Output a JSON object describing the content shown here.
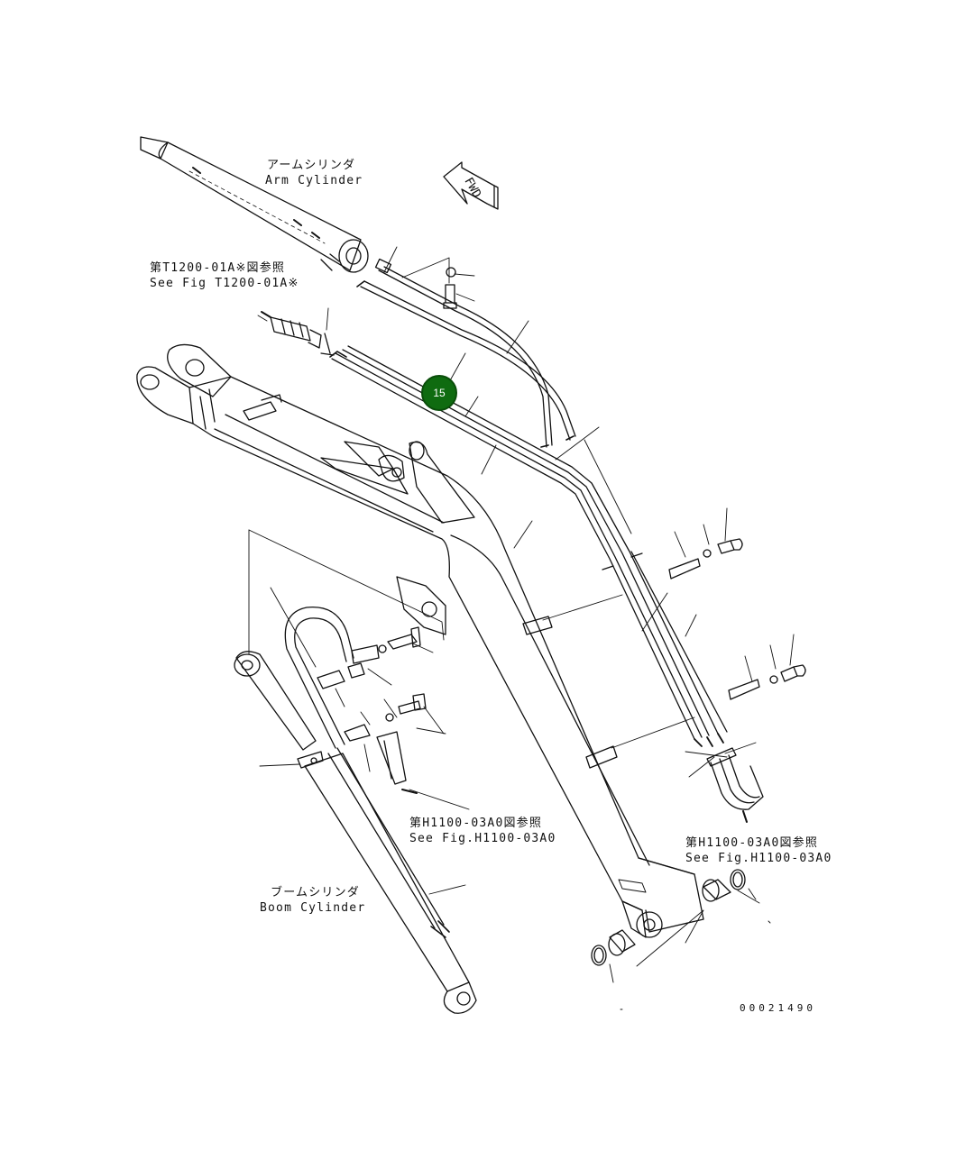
{
  "labels": {
    "arm_cylinder_jp": "アームシリンダ",
    "arm_cylinder_en": "Arm Cylinder",
    "fwd": "FWD",
    "ref_t1200_jp": "第T1200-01A※図参照",
    "ref_t1200_en": "See Fig T1200-01A※",
    "ref_h1100_center_jp": "第H1100-03A0図参照",
    "ref_h1100_center_en": "See Fig.H1100-03A0",
    "ref_h1100_right_jp": "第H1100-03A0図参照",
    "ref_h1100_right_en": "See Fig.H1100-03A0",
    "boom_cylinder_jp": "ブームシリンダ",
    "boom_cylinder_en": "Boom Cylinder",
    "drawing_number": "00021490"
  },
  "callouts": [
    {
      "number": "15",
      "color": "#0f6b10"
    }
  ]
}
